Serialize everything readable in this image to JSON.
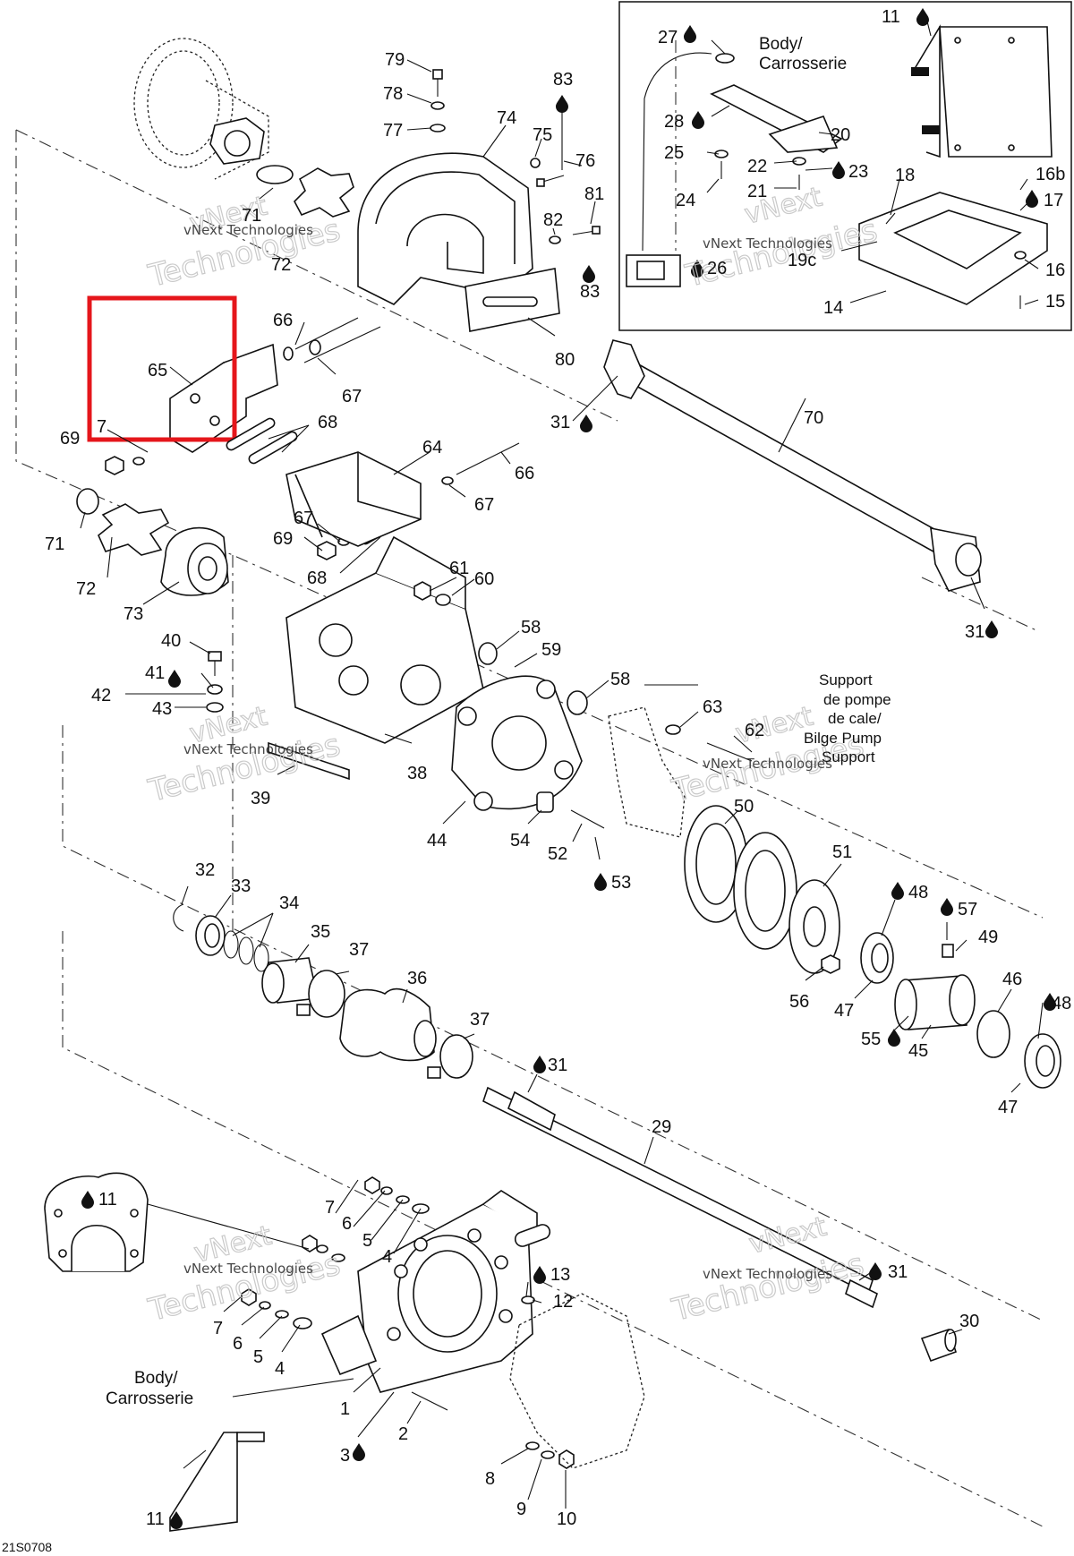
{
  "labels": {
    "l79": "79",
    "l78": "78",
    "l77": "77",
    "l74": "74",
    "l75": "75",
    "l76": "76",
    "l83a": "83",
    "l83b": "83",
    "l81": "81",
    "l82": "82",
    "l80": "80",
    "l71a": "71",
    "l72a": "72",
    "l66a": "66",
    "l65": "65",
    "l67a": "67",
    "l7a": "7",
    "l69a": "69",
    "l68a": "68",
    "l64": "64",
    "l66b": "66",
    "l67b": "67",
    "l67c": "67",
    "l69b": "69",
    "l68b": "68",
    "l71b": "71",
    "l72b": "72",
    "l73": "73",
    "l61": "61",
    "l60": "60",
    "l40": "40",
    "l41": "41",
    "l42": "42",
    "l43": "43",
    "l58a": "58",
    "l59": "59",
    "l58b": "58",
    "l63": "63",
    "l62": "62",
    "l38": "38",
    "l39": "39",
    "l44": "44",
    "l54": "54",
    "l52": "52",
    "l53": "53",
    "l50": "50",
    "l51": "51",
    "l48a": "48",
    "l57": "57",
    "l49": "49",
    "l56": "56",
    "l47a": "47",
    "l46": "46",
    "l48b": "48",
    "l55": "55",
    "l45": "45",
    "l47b": "47",
    "l32": "32",
    "l33": "33",
    "l34": "34",
    "l35": "35",
    "l37a": "37",
    "l36": "36",
    "l37b": "37",
    "l31a": "31",
    "l29": "29",
    "l31b": "31",
    "l31c": "31",
    "l31d": "31",
    "l70": "70",
    "l30": "30",
    "l11a": "11",
    "l11b": "11",
    "l11c": "11",
    "l7b": "7",
    "l6a": "6",
    "l5a": "5",
    "l4a": "4",
    "l13": "13",
    "l12": "12",
    "l7c": "7",
    "l6b": "6",
    "l5b": "5",
    "l4b": "4",
    "l1": "1",
    "l2": "2",
    "l3": "3",
    "l8": "8",
    "l9": "9",
    "l10": "10",
    "l27": "27",
    "l28": "28",
    "l20": "20",
    "l25": "25",
    "l22": "22",
    "l23": "23",
    "l21": "21",
    "l24": "24",
    "l26": "26",
    "l18": "18",
    "l16b": "16b",
    "l17": "17",
    "l19c": "19c",
    "l16": "16",
    "l15": "15",
    "l14": "14"
  },
  "notes": {
    "body_carrosserie_top": [
      "Body/",
      "Carrosserie"
    ],
    "body_carrosserie_bottom": [
      "Body/",
      "Carrosserie"
    ],
    "bilge_support": [
      "Support",
      "de pompe",
      "de cale/",
      "Bilge Pump",
      "Support"
    ]
  },
  "watermarks": {
    "brand_big": "vNext",
    "brand_big2": "Technologies",
    "brand_small": "vNext Technologies"
  },
  "drawing_code": "21S0708",
  "highlight": {
    "color": "#e5161b",
    "part": "65"
  }
}
